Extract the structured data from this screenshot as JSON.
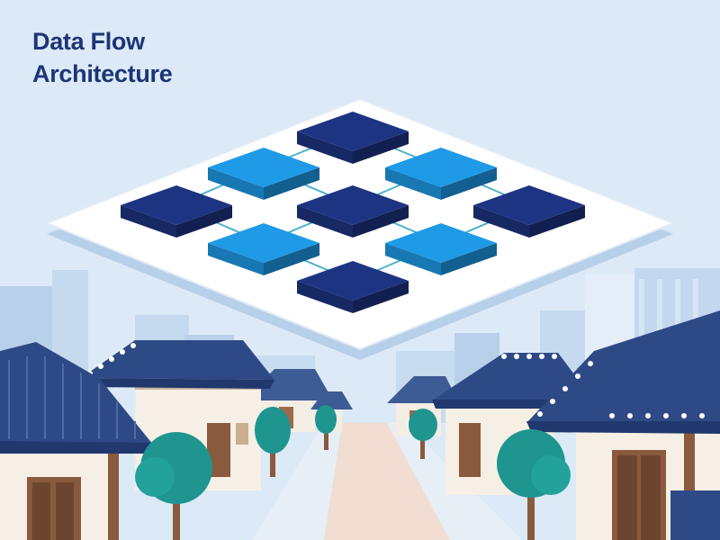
{
  "title": {
    "line1": "Data Flow",
    "line2": "Architecture"
  },
  "colors": {
    "sky": "#dce9f6",
    "title": "#1c3576",
    "platform": "#ffffff",
    "platform_shadow": "#b7cfe8",
    "block_dark": "#1d3482",
    "block_light": "#1f9ae6",
    "connector": "#4bb3c9",
    "roof": "#2e4a86",
    "wood": "#8a5a3e",
    "wall": "#f6efe6",
    "tree": "#1f9590",
    "road": "#f2ddd3"
  },
  "icons": [
    "isometric-platform",
    "data-block",
    "connector-line",
    "hanok-house",
    "tree",
    "city-building"
  ]
}
